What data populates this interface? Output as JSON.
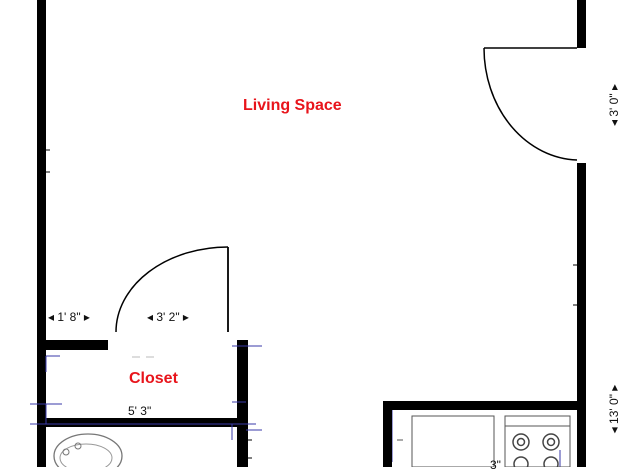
{
  "rooms": {
    "living": "Living Space",
    "closet": "Closet"
  },
  "dimensions": {
    "left_segment": "◂ 1' 8\" ▸",
    "door_opening": "◂ 3' 2\" ▸",
    "closet_width": "5' 3\"",
    "right_door": "◂ 3' 0\" ▸",
    "right_lower": "◂ 13' 0\" ▸",
    "bath_partial": "3\""
  },
  "colors": {
    "wall": "#000000",
    "label": "#e8141b",
    "guide": "#3a3aa8"
  },
  "icons": [
    "bathtub-icon",
    "stove-icon",
    "countertop-icon",
    "door-swing-icon"
  ]
}
